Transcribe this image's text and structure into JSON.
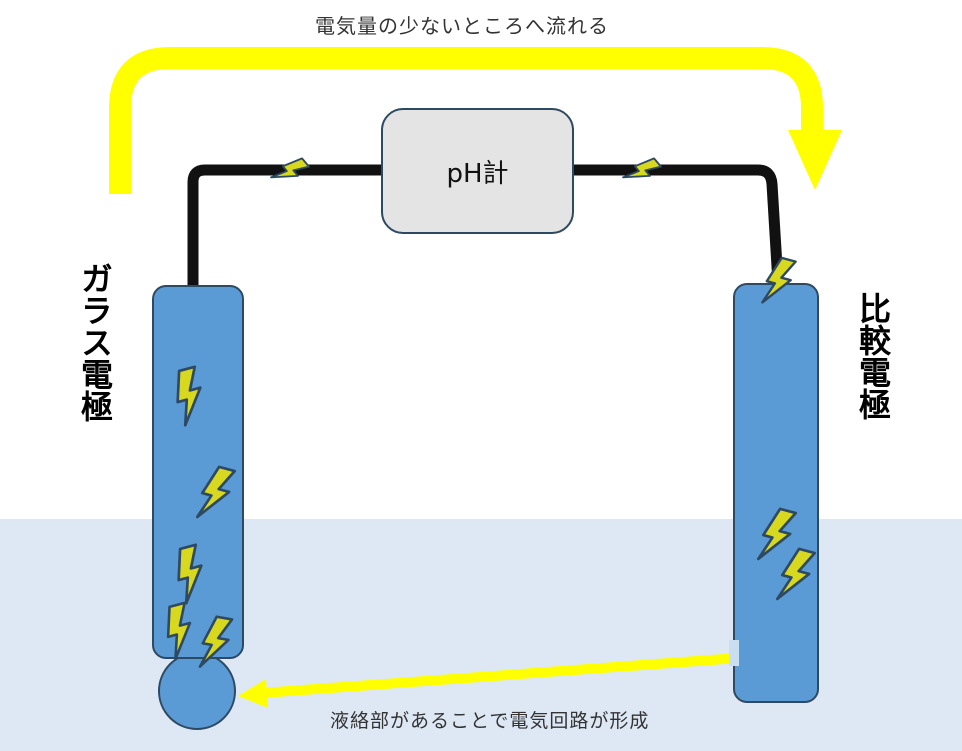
{
  "top_caption": "電気量の少ないところへ流れる",
  "bottom_caption": "液絡部があることで電気回路が形成",
  "meter_label": "pH計",
  "glass_electrode_label": "ガラス電極",
  "reference_electrode_label": "比較電極",
  "colors": {
    "solution": "#dde8f4",
    "electrode_fill": "#5b9bd5",
    "electrode_stroke": "#2e4a63",
    "wire": "#111111",
    "arrow": "#ffff00",
    "spark_fill": "#d8d81e",
    "spark_stroke": "#2e4a63",
    "meter_fill": "#e4e4e4"
  },
  "icons": [
    "lightning-bolt-icon"
  ]
}
